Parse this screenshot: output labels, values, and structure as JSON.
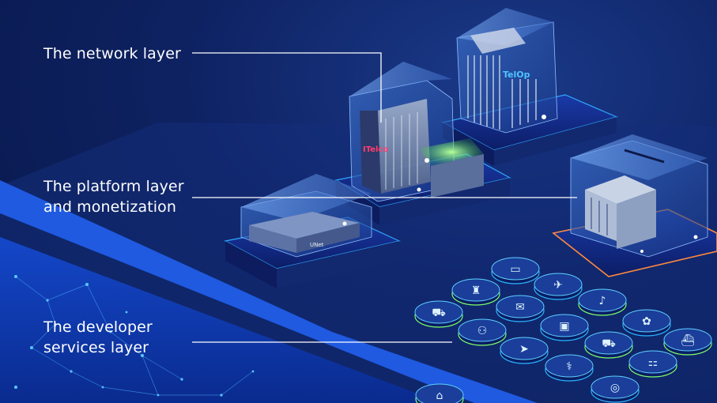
{
  "labels": {
    "network": "The network layer",
    "platform": [
      "The platform layer",
      "and monetization"
    ],
    "developer": [
      "The developer",
      "services layer"
    ]
  },
  "buildings": {
    "itelco_sign": "ITelco",
    "telop_sign": "TelOp",
    "small_sign": "UNet"
  },
  "colors": {
    "background": "#0e2262",
    "accent_cyan": "#29b6ff",
    "accent_orange": "#ff8a3d",
    "accent_green": "#7dff6a",
    "itelco_red": "#ff3d6e"
  },
  "icon_keys": [
    "monitor-icon",
    "train-icon",
    "plane-icon",
    "car-icon",
    "chat-icon",
    "music-icon",
    "plant-icon",
    "gamepad-icon",
    "screen-icon",
    "ship-icon",
    "send-icon",
    "truck-icon",
    "stethoscope-icon",
    "bus-icon",
    "phone-icon",
    "tag-icon"
  ]
}
